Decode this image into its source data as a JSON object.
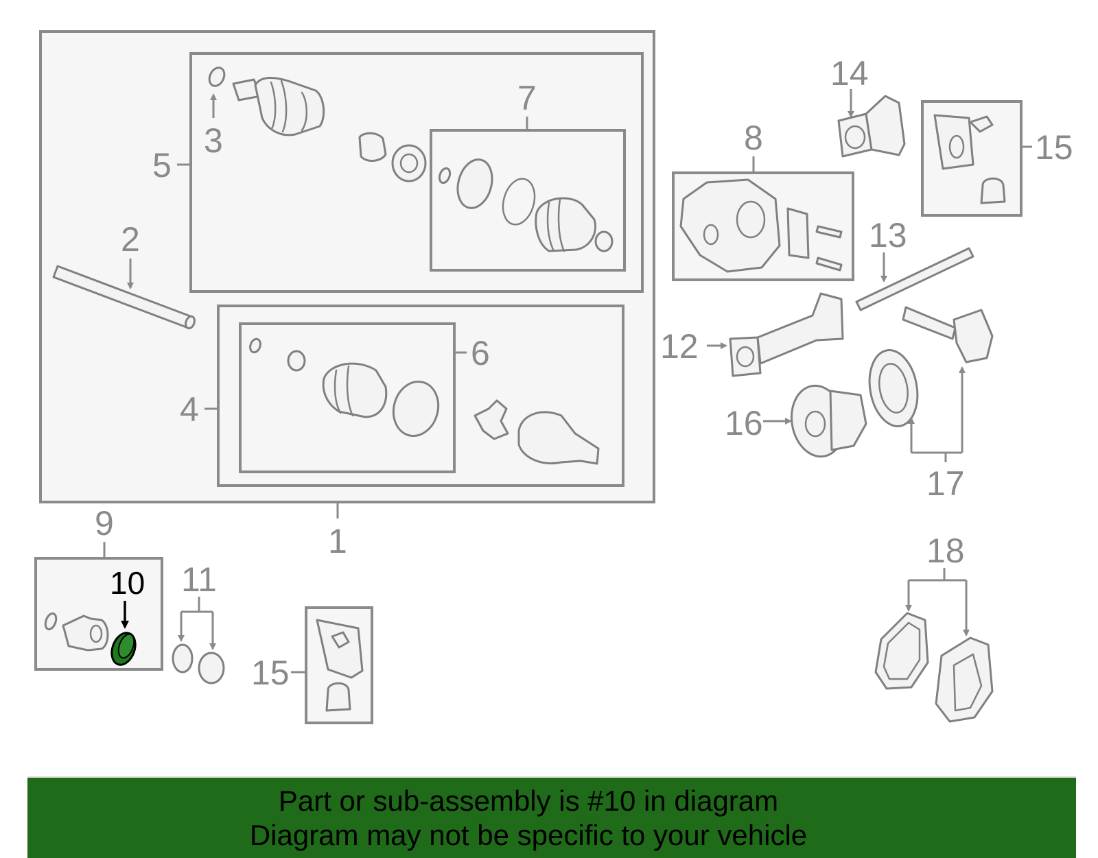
{
  "diagram": {
    "callouts": {
      "c1": "1",
      "c2": "2",
      "c3": "3",
      "c4": "4",
      "c5": "5",
      "c6": "6",
      "c7": "7",
      "c8": "8",
      "c9": "9",
      "c10": "10",
      "c11": "11",
      "c12": "12",
      "c13": "13",
      "c14": "14",
      "c15a": "15",
      "c15b": "15",
      "c16": "16",
      "c17": "17",
      "c18": "18"
    },
    "highlighted_part": "10",
    "highlight_color": "#1f7a1f"
  },
  "banner": {
    "line1": "Part or sub-assembly is #10 in diagram",
    "line2": "Diagram may not be specific to your vehicle",
    "color": "#1f6b1a"
  }
}
